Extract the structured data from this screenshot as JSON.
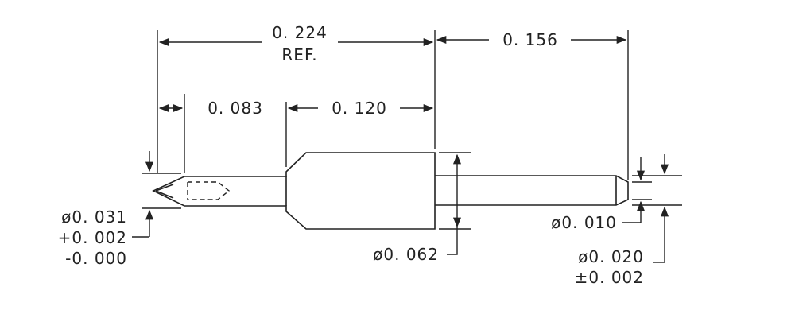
{
  "dimensions": {
    "overall_ref": "0. 224",
    "overall_ref_note": "REF.",
    "extension": "0. 156",
    "tip_length": "0. 083",
    "body_length": "0. 120",
    "tip_diameter": "ø0. 031",
    "tip_tol_plus": "+0. 002",
    "tip_tol_minus": "-0. 000",
    "body_diameter": "ø0. 062",
    "wire_diameter": "ø0. 010",
    "end_diameter": "ø0. 020",
    "end_tol": "±0. 002"
  }
}
